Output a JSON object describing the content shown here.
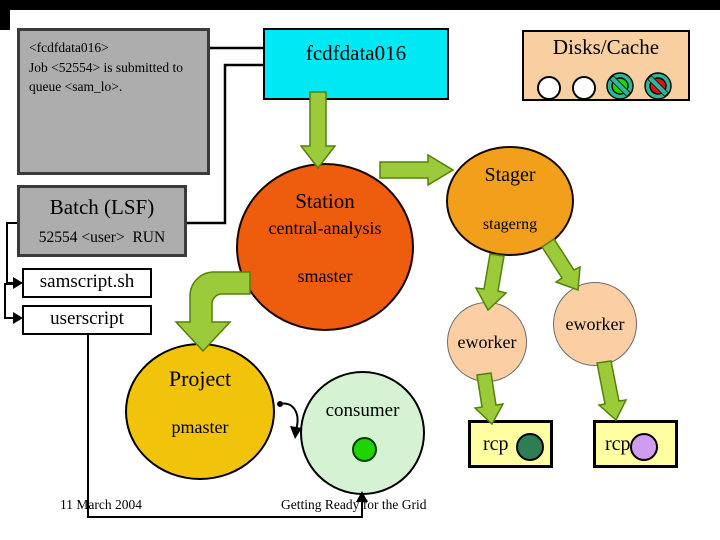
{
  "slide": {
    "log_box": {
      "line1": "<fcdfdata016>",
      "line2": "Job <52554> is submitted to",
      "line3": "queue <sam_lo>."
    },
    "host_box": {
      "label": "fcdfdata016"
    },
    "disks_box": {
      "title": "Disks/Cache"
    },
    "batch_box": {
      "title": "Batch (LSF)",
      "status": "52554 <user>  RUN"
    },
    "scripts": {
      "sam": "samscript.sh",
      "user": "userscript"
    },
    "station": {
      "title": "Station",
      "name": "central-analysis",
      "process": "smaster"
    },
    "stager": {
      "title": "Stager",
      "process": "stagerng"
    },
    "project": {
      "title": "Project",
      "process": "pmaster"
    },
    "consumer": {
      "title": "consumer"
    },
    "eworker_left": {
      "label": "eworker"
    },
    "eworker_right": {
      "label": "eworker"
    },
    "rcp_left": {
      "label": "rcp"
    },
    "rcp_right": {
      "label": "rcp"
    },
    "footer": {
      "date": "11 March 2004",
      "title": "Getting Ready for the Grid"
    }
  },
  "colors": {
    "arrow_fill": "#9bcb3a",
    "arrow_edge": "#55810a",
    "station": "#ee5c0e",
    "stager": "#f2a01c",
    "project": "#f2c30b",
    "consumer": "#d5f3d3",
    "eworker": "#fbcfa3",
    "host_box": "#00e8f4",
    "disks_box": "#f8cfa1",
    "rcp_box": "#ffffa2",
    "gray_box": "#adadad",
    "prohibition_ring": "#2fb598",
    "disk_allowed": "#1ed400",
    "disk_denied": "#dd1111",
    "rcp_dot_left": "#2e7d55",
    "rcp_dot_right": "#cf9cf0",
    "consumer_dot": "#1fd400"
  }
}
